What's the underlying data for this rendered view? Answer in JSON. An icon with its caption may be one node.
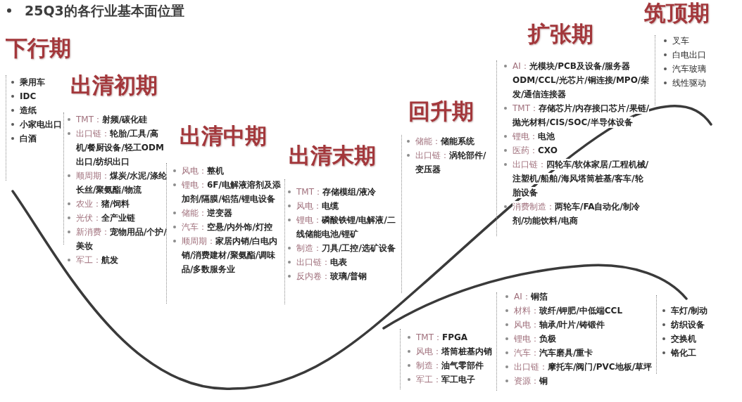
{
  "diagram": {
    "title": "25Q3的各行业基本面位置",
    "nodes": [
      {
        "text": [
          "下行期",
          "乘用车",
          "IDC",
          "造纸",
          "小家电出口",
          "白酒"
        ]
      },
      {
        "text": [
          "出清初期",
          "TMT：**射频/碳化硅**",
          "出口链：**轮胎/工具/高机/餐厨设备/轻工ODM出口/纺织出口**",
          "顺周期：**煤炭/水泥/涤纶长丝/聚氨酯/物流**",
          "农业：**猪/饲料**",
          "光伏：**全产业链**",
          "新消费：**宠物用品/个护/美妆**",
          "军工：**航发**"
        ]
      },
      {
        "text": [
          "出清中期",
          "风电：**整机**",
          "锂电：**6F/电解液溶剂及添加剂/隔膜/铝箔/锂电设备**",
          "储能：**逆变器**",
          "汽车：**空悬/内外饰/灯控**",
          "顺周期：**家居内销/白电内销/消费建材/聚氨酯/调味品/多数服务业**"
        ]
      },
      {
        "text": [
          "出清末期",
          "TMT：**存储模组/液冷**",
          "风电：**电缆**",
          "锂电：**磷酸铁锂/电解液/二线储能电池/锂矿**",
          "制造：**刀具/工控/选矿设备**",
          "出口链：**电表**",
          "反内卷：**玻璃/普钢**"
        ]
      },
      {
        "text": [
          "回升期",
          "储能：**储能系统**",
          "出口链：**涡轮部件/变压器**"
        ]
      },
      {
        "text": [
          "扩张期",
          "AI：**光模块/PCB及设备/服务器ODM/CCL/光芯片/铜连接/MPO/柴发/通信连接器**",
          "TMT：**存储芯片/内存接口芯片/果链/抛光材料/CIS/SOC/半导体设备**",
          "锂电：**电池**",
          "医药：**CXO**",
          "出口链：**四轮车/软体家居/工程机械/注塑机/船舶/海风塔筒桩基/客车/轮胎设备**",
          "消费制造：**两轮车/FA自动化/制冷剂/功能饮料/电商**"
        ]
      },
      {
        "text": [
          "筑顶期",
          "叉车",
          "白电出口",
          "汽车玻璃",
          "线性驱动"
        ]
      },
      {
        "text": [
          "TMT：**FPGA**",
          "风电：**塔筒桩基内销**",
          "制造：**油气零部件**",
          "军工：**军工电子**"
        ]
      },
      {
        "text": [
          "AI：**铜箔**",
          "材料：**玻纤/钾肥/中低端CCL**",
          "风电：**轴承/叶片/铸锻件**",
          "锂电：**负极**",
          "汽车：**汽车磨具/重卡**",
          "出口链：**摩托车/阀门/PVC地板/草坪**",
          "资源：**铜**"
        ]
      },
      {
        "text": [
          "车灯/制动",
          "纺织设备",
          "交换机",
          "铬化工"
        ]
      }
    ]
  }
}
